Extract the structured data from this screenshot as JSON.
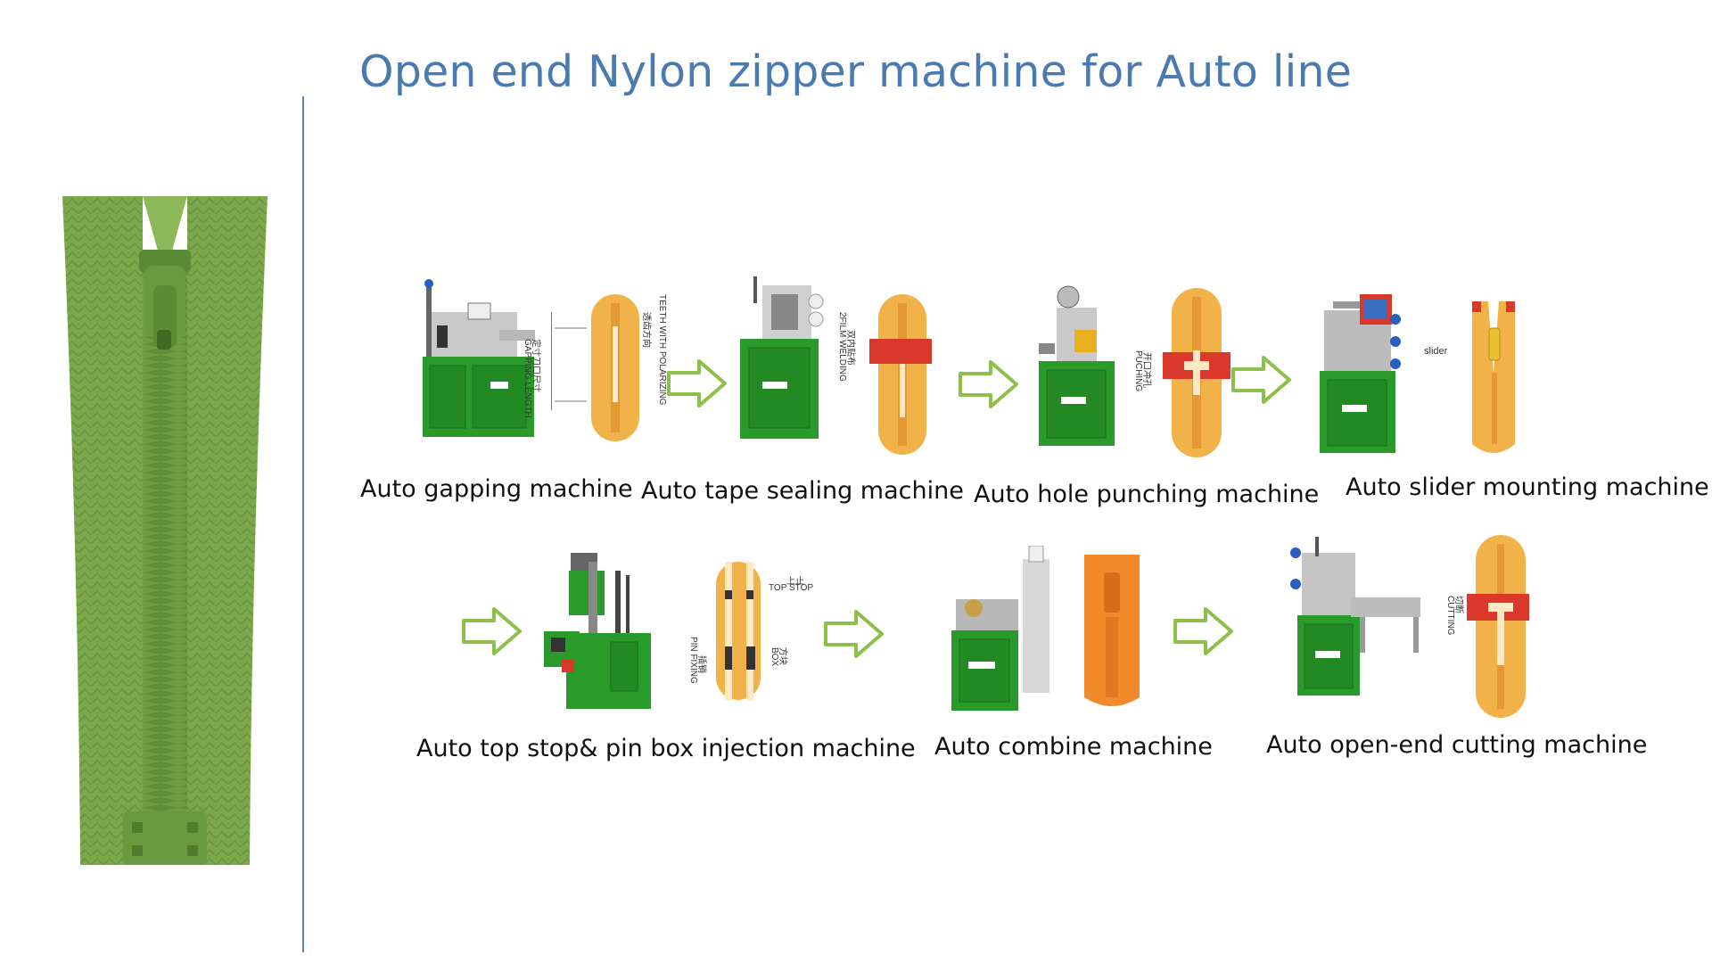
{
  "title": "Open end Nylon zipper machine for Auto line",
  "steps": [
    {
      "caption": "Auto gapping machine",
      "annot_1": "GAPPING LENGTH",
      "annot_2": "定寸刀口尺寸",
      "annot_3": "TEETH WITH POLARIZING",
      "annot_4": "透齿方向"
    },
    {
      "caption": "Auto tape sealing machine",
      "annot_1": "2FILM WELDING",
      "annot_2": "双内贴布"
    },
    {
      "caption": "Auto hole punching machine",
      "annot_1": "PUCHING",
      "annot_2": "开口冲孔"
    },
    {
      "caption": "Auto slider mounting machine",
      "annot_1": "slider"
    },
    {
      "caption": "Auto top stop& pin box injection machine",
      "annot_1": "TOP STOP",
      "annot_2": "上止",
      "annot_3": "PIN FIXING",
      "annot_4": "插销",
      "annot_5": "BOX",
      "annot_6": "方块"
    },
    {
      "caption": "Auto combine machine"
    },
    {
      "caption": "Auto open-end cutting machine",
      "annot_1": "CUTTING",
      "annot_2": "切断"
    }
  ],
  "colors": {
    "title": "#4a7ab0",
    "divider": "#5b86ae",
    "machine": "#2a9a2a",
    "zipper_green": "#7ba84a",
    "tape_yellow": "#f2b24a",
    "tape_orange": "#f08a2a",
    "weld_red": "#d9382a",
    "arrow": "#8cc04a"
  }
}
